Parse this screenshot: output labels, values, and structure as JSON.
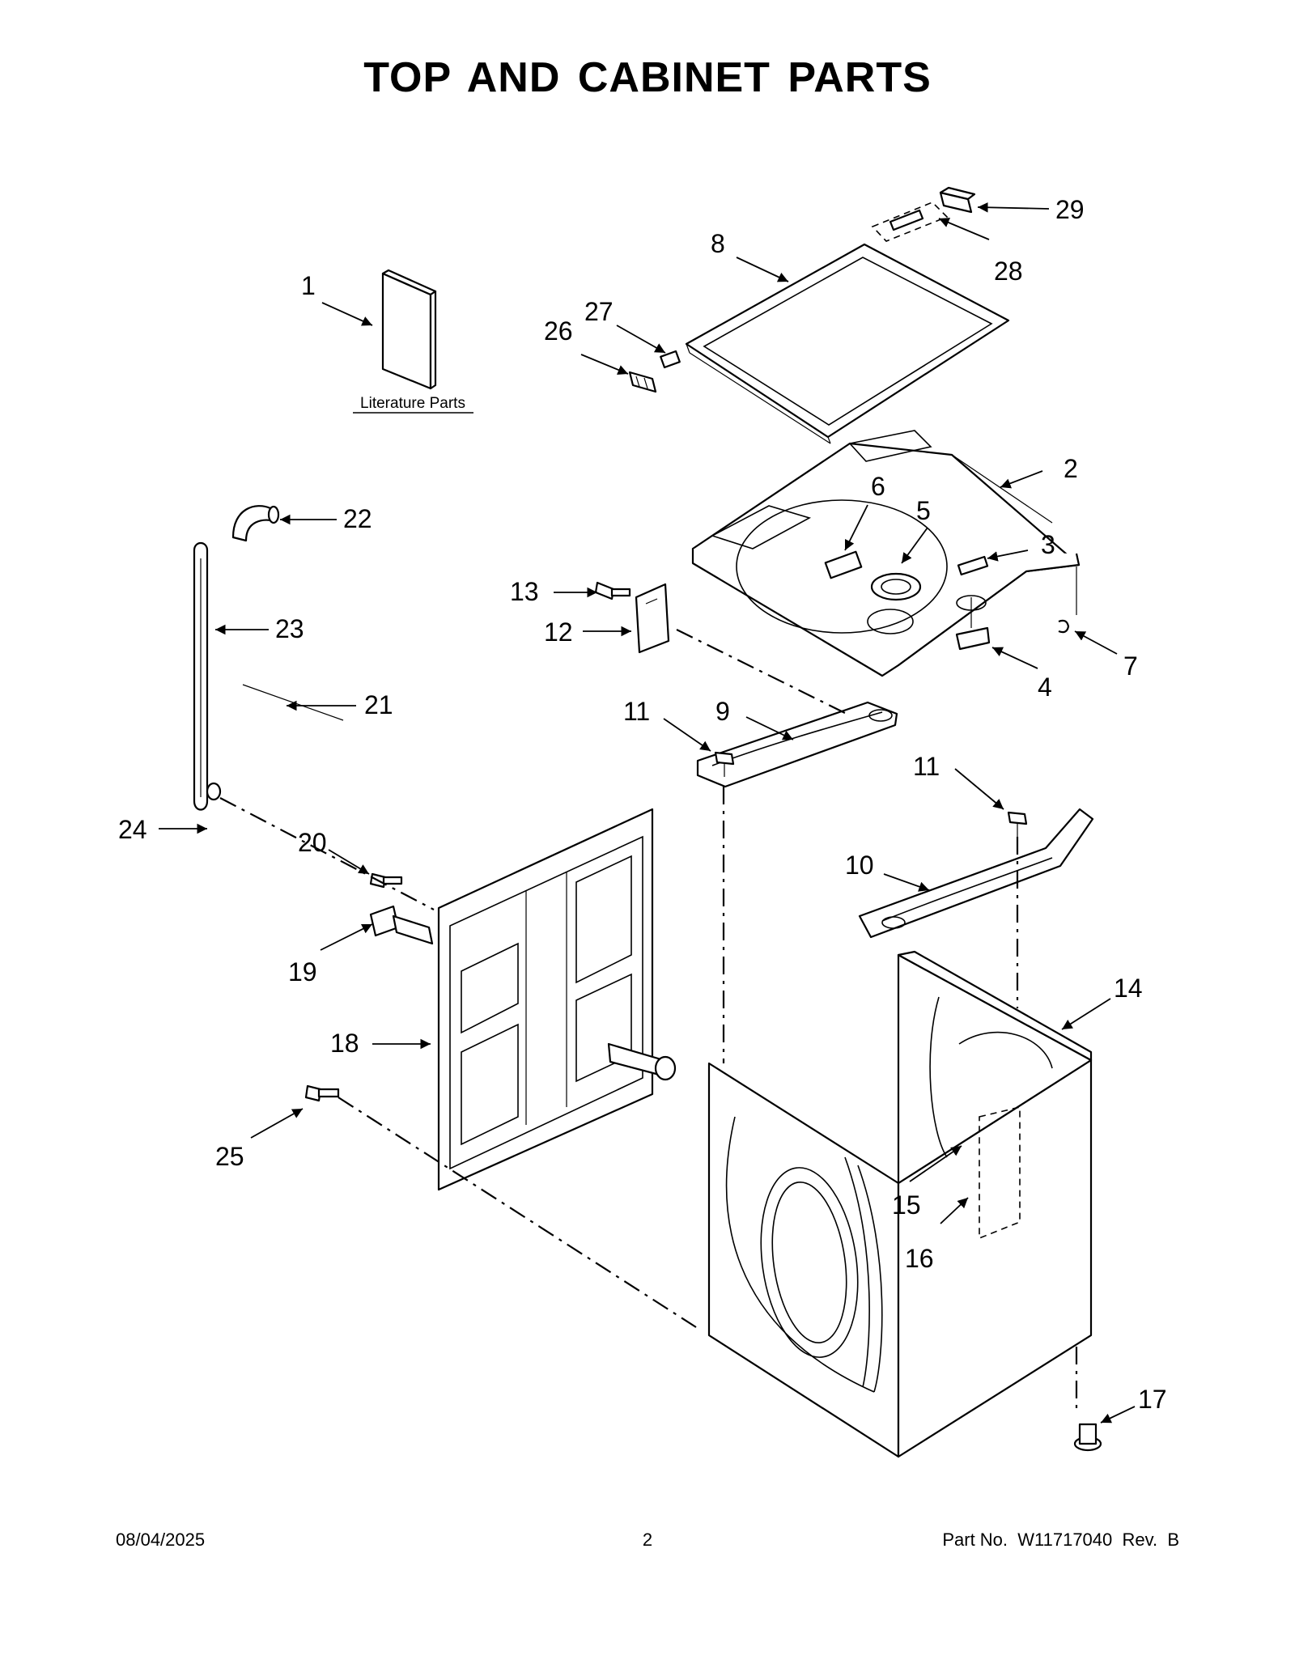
{
  "title": "TOP AND CABINET PARTS",
  "literature_label": "Literature Parts",
  "callouts": [
    {
      "id": "1",
      "label": "1"
    },
    {
      "id": "2",
      "label": "2"
    },
    {
      "id": "3",
      "label": "3"
    },
    {
      "id": "4",
      "label": "4"
    },
    {
      "id": "5",
      "label": "5"
    },
    {
      "id": "6",
      "label": "6"
    },
    {
      "id": "7",
      "label": "7"
    },
    {
      "id": "8",
      "label": "8"
    },
    {
      "id": "9",
      "label": "9"
    },
    {
      "id": "10",
      "label": "10"
    },
    {
      "id": "11a",
      "label": "11"
    },
    {
      "id": "11b",
      "label": "11"
    },
    {
      "id": "12",
      "label": "12"
    },
    {
      "id": "13",
      "label": "13"
    },
    {
      "id": "14",
      "label": "14"
    },
    {
      "id": "15",
      "label": "15"
    },
    {
      "id": "16",
      "label": "16"
    },
    {
      "id": "17",
      "label": "17"
    },
    {
      "id": "18",
      "label": "18"
    },
    {
      "id": "19",
      "label": "19"
    },
    {
      "id": "20",
      "label": "20"
    },
    {
      "id": "21",
      "label": "21"
    },
    {
      "id": "22",
      "label": "22"
    },
    {
      "id": "23",
      "label": "23"
    },
    {
      "id": "24",
      "label": "24"
    },
    {
      "id": "25",
      "label": "25"
    },
    {
      "id": "26",
      "label": "26"
    },
    {
      "id": "27",
      "label": "27"
    },
    {
      "id": "28",
      "label": "28"
    },
    {
      "id": "29",
      "label": "29"
    }
  ],
  "footer": {
    "date": "08/04/2025",
    "page": "2",
    "part_number": "Part No.  W11717040  Rev.  B"
  }
}
